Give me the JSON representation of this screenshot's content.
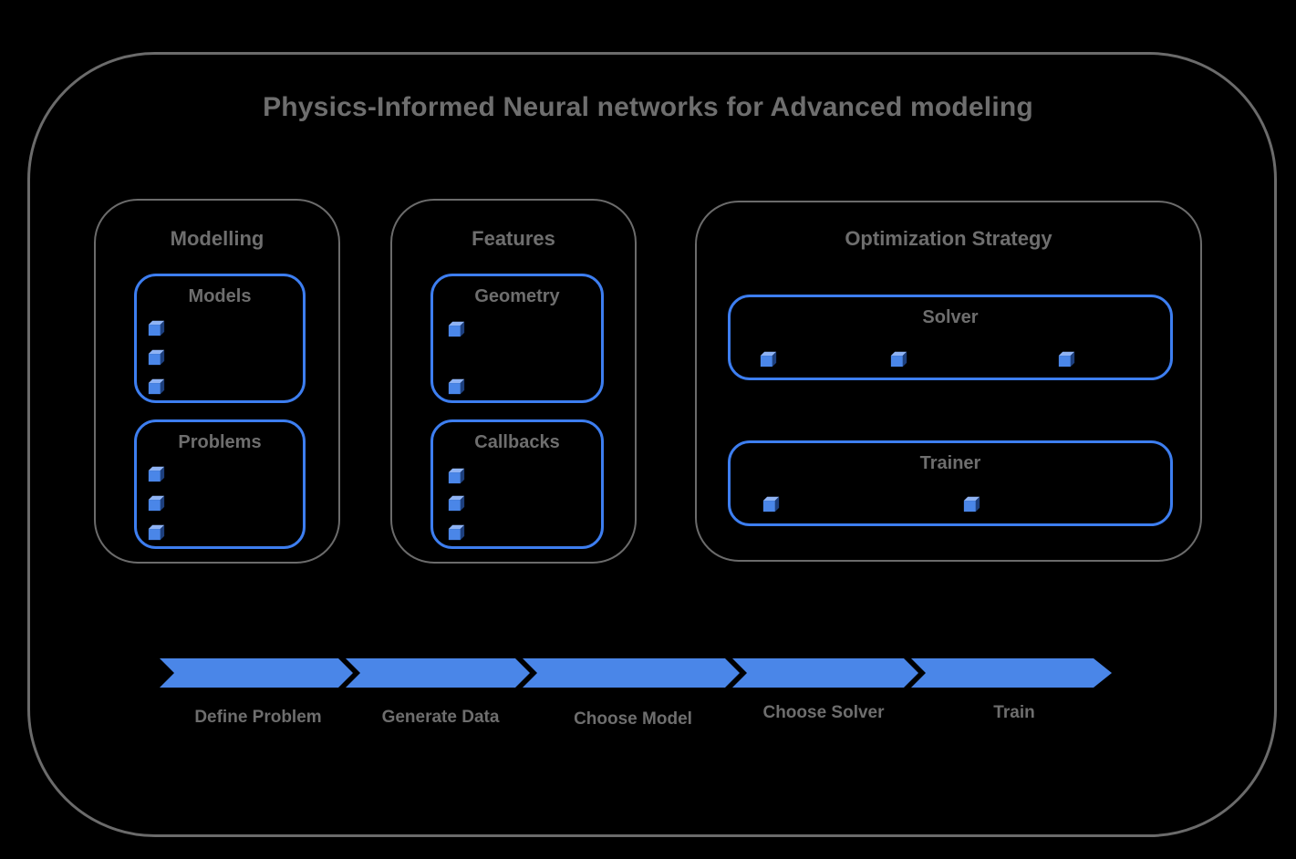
{
  "title": "Physics-Informed Neural networks for Advanced modeling",
  "colors": {
    "background": "#000000",
    "accent_blue": "#4a86e8",
    "border_blue": "#3d7ef0",
    "cube_top": "#8fb3f4",
    "cube_side": "#1d3f7d",
    "text_gray": "#6e6e6e",
    "border_gray": "#6b6b6b"
  },
  "groups": [
    {
      "title": "Modelling",
      "boxes": [
        {
          "title": "Models",
          "bullet_count": 3
        },
        {
          "title": "Problems",
          "bullet_count": 3
        }
      ]
    },
    {
      "title": "Features",
      "boxes": [
        {
          "title": "Geometry",
          "bullet_count": 2
        },
        {
          "title": "Callbacks",
          "bullet_count": 3
        }
      ]
    },
    {
      "title": "Optimization Strategy",
      "boxes": [
        {
          "title": "Solver",
          "bullet_count": 3
        },
        {
          "title": "Trainer",
          "bullet_count": 2
        }
      ]
    }
  ],
  "flow": {
    "steps": [
      {
        "label": "Define Problem"
      },
      {
        "label": "Generate Data"
      },
      {
        "label": "Choose Model"
      },
      {
        "label": "Choose Solver"
      },
      {
        "label": "Train"
      }
    ]
  },
  "icons": {
    "bullet": "cube-icon"
  }
}
